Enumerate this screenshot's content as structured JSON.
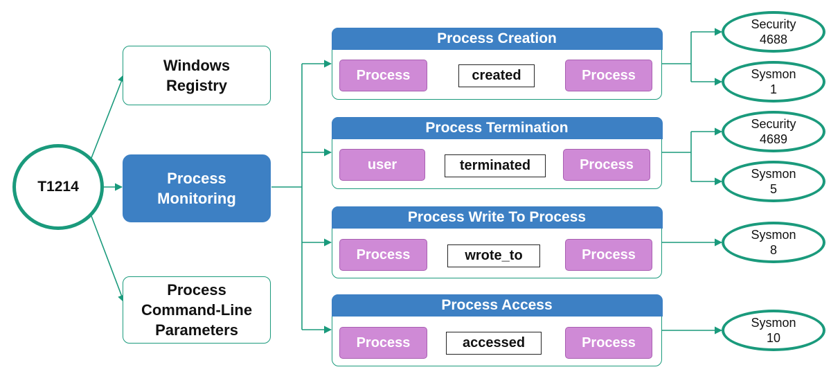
{
  "root": {
    "label": "T1214"
  },
  "sources": {
    "registry": "Windows\nRegistry",
    "process_monitoring": "Process\nMonitoring",
    "command_line": "Process\nCommand-Line\nParameters"
  },
  "groups": [
    {
      "title": "Process Creation",
      "subject": "Process",
      "verb": "created",
      "object": "Process",
      "events": [
        "Security\n4688",
        "Sysmon\n1"
      ]
    },
    {
      "title": "Process Termination",
      "subject": "user",
      "verb": "terminated",
      "object": "Process",
      "events": [
        "Security\n4689",
        "Sysmon\n5"
      ]
    },
    {
      "title": "Process Write To Process",
      "subject": "Process",
      "verb": "wrote_to",
      "object": "Process",
      "events": [
        "Sysmon\n8"
      ]
    },
    {
      "title": "Process Access",
      "subject": "Process",
      "verb": "accessed",
      "object": "Process",
      "events": [
        "Sysmon\n10"
      ]
    }
  ],
  "colors": {
    "connector": "#1a9a7c",
    "header": "#3d80c4",
    "process_box": "#cf8ad6",
    "relation_arrow": "#e06a6a"
  }
}
